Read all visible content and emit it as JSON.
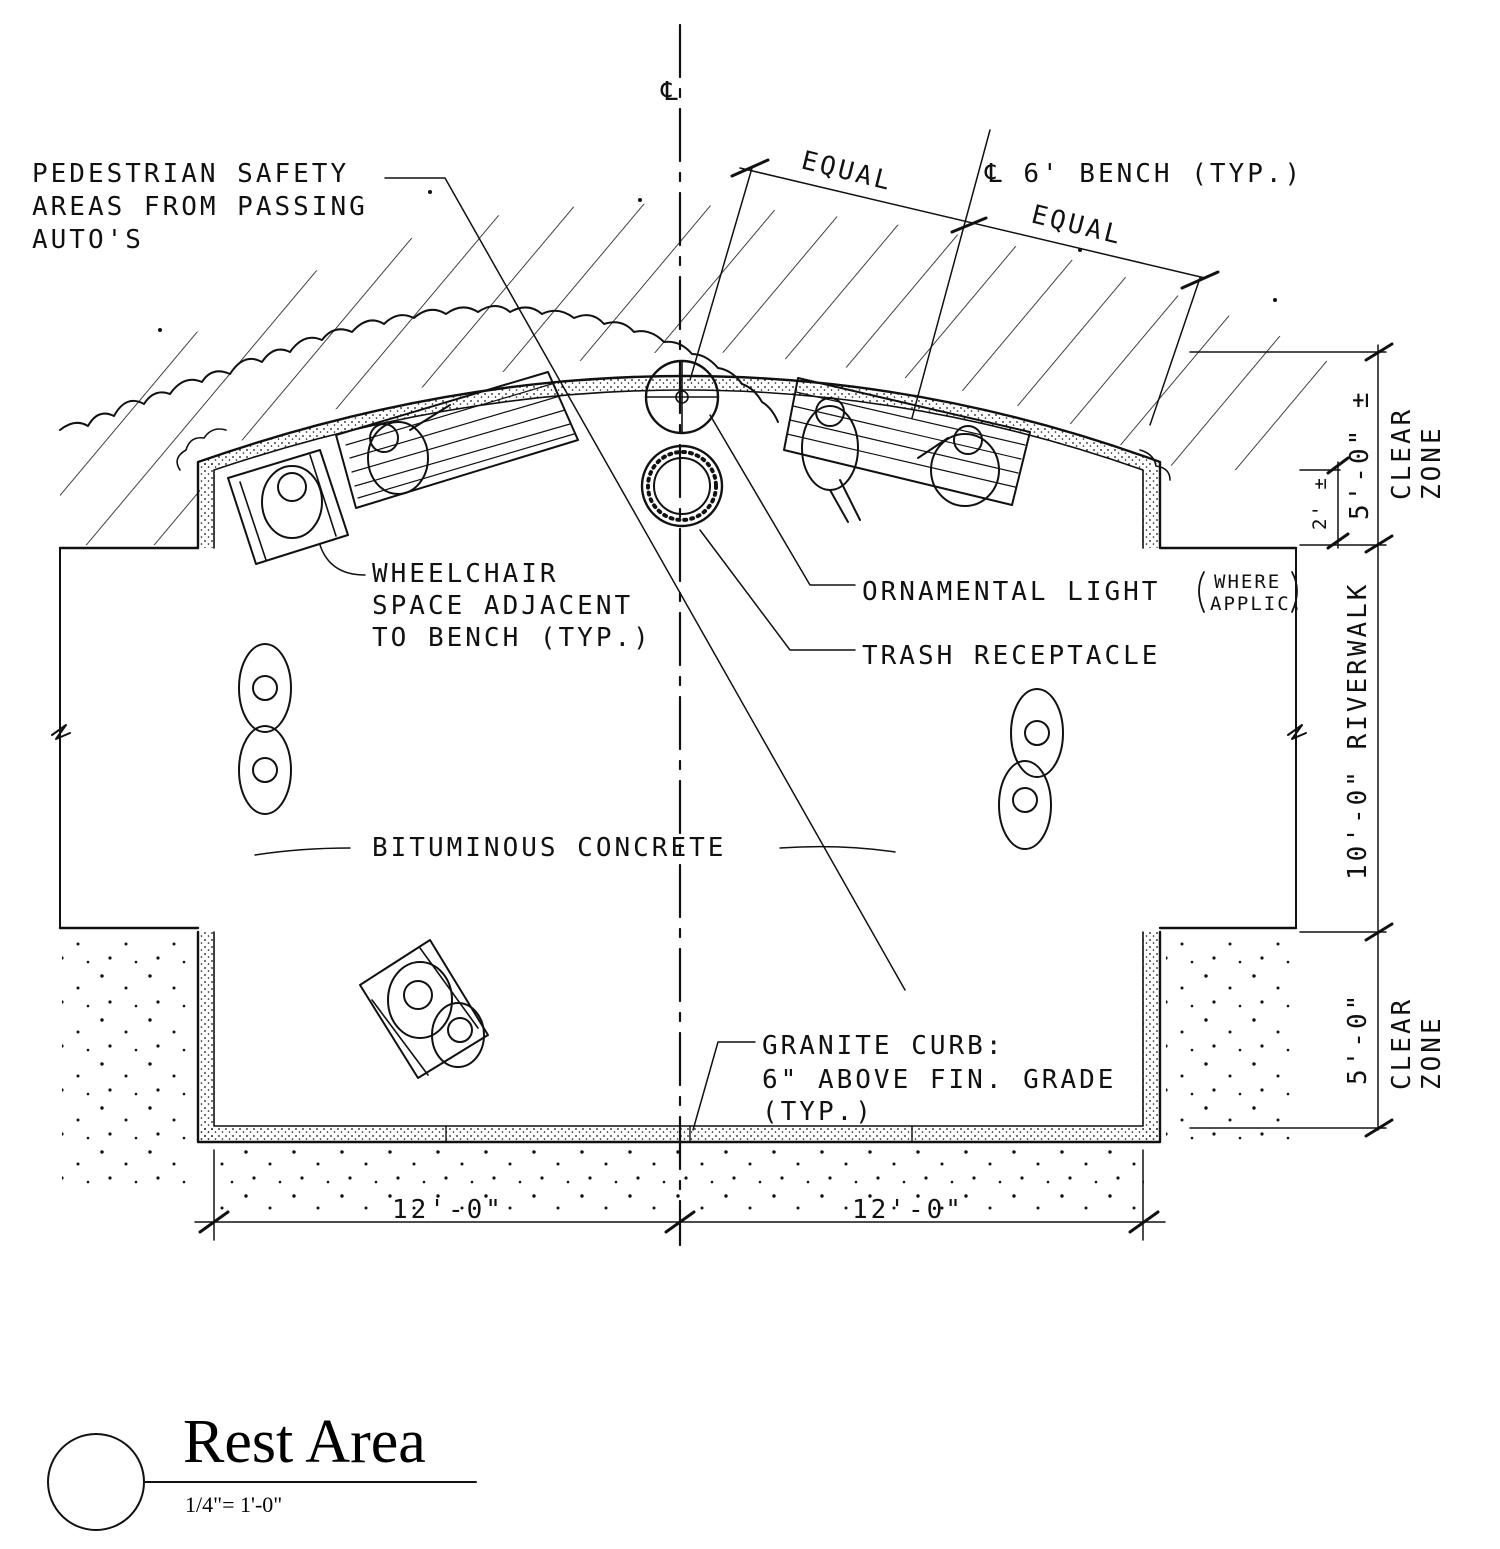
{
  "title": "Rest Area",
  "scale": "1/4\"= 1'-0\"",
  "centerline_symbol": "℄",
  "labels": {
    "pedestrian_safety": [
      "PEDESTRIAN SAFETY",
      "AREAS FROM PASSING",
      "AUTO'S"
    ],
    "equal_1": "EQUAL",
    "equal_2": "EQUAL",
    "bench": "℄ 6' BENCH (TYP.)",
    "wheelchair": [
      "WHEELCHAIR",
      "SPACE ADJACENT",
      "TO BENCH (TYP.)"
    ],
    "ornamental_light": "ORNAMENTAL LIGHT",
    "where_applic": [
      "WHERE",
      "APPLIC."
    ],
    "trash": "TRASH RECEPTACLE",
    "bituminous": "BITUMINOUS CONCRETE",
    "granite_curb": [
      "GRANITE CURB:",
      "6\" ABOVE FIN. GRADE",
      "(TYP.)"
    ],
    "riverwalk": "10'-0\" RIVERWALK",
    "clear_zone_top": [
      "CLEAR",
      "ZONE"
    ],
    "clear_zone_bottom": [
      "CLEAR",
      "ZONE"
    ],
    "dim_5_top": "5'-0\" ±",
    "dim_2": "2' ±",
    "dim_5_bottom": "5'-0\"",
    "dim_12_left": "12'-0\"",
    "dim_12_right": "12'-0\""
  }
}
